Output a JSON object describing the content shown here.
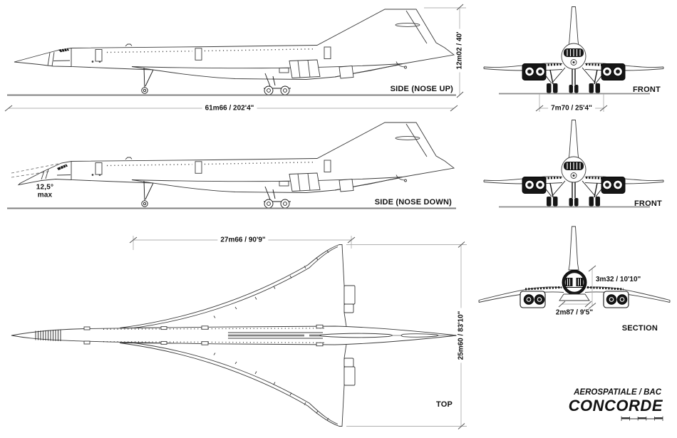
{
  "page": {
    "background": "#ffffff",
    "ink": "#161616",
    "line_gray": "#8a8a8a",
    "dim_gray": "#b0b0b0"
  },
  "views": {
    "side_nose_up": {
      "label": "SIDE (NOSE UP)"
    },
    "front_upper": {
      "label": "FRONT"
    },
    "side_nose_down": {
      "label": "SIDE (NOSE DOWN)"
    },
    "front_mid": {
      "label": "FRONT"
    },
    "top": {
      "label": "TOP"
    },
    "section": {
      "label": "SECTION"
    }
  },
  "annotations": {
    "nose_droop_angle": "12,5°",
    "nose_droop_qualifier": "max"
  },
  "dimensions": {
    "overall_length": "61m66 / 202'4\"",
    "overall_height": "12m02 / 40'",
    "main_gear_track": "7m70 / 25'4\"",
    "wing_root_chord": "27m66 / 90'9\"",
    "wingspan": "25m60 / 83'10\"",
    "cabin_height": "3m32 / 10'10\"",
    "cabin_width": "2m87 / 9'5\""
  },
  "title_block": {
    "manufacturer": "AEROSPATIALE / BAC",
    "aircraft_name": "CONCORDE"
  }
}
